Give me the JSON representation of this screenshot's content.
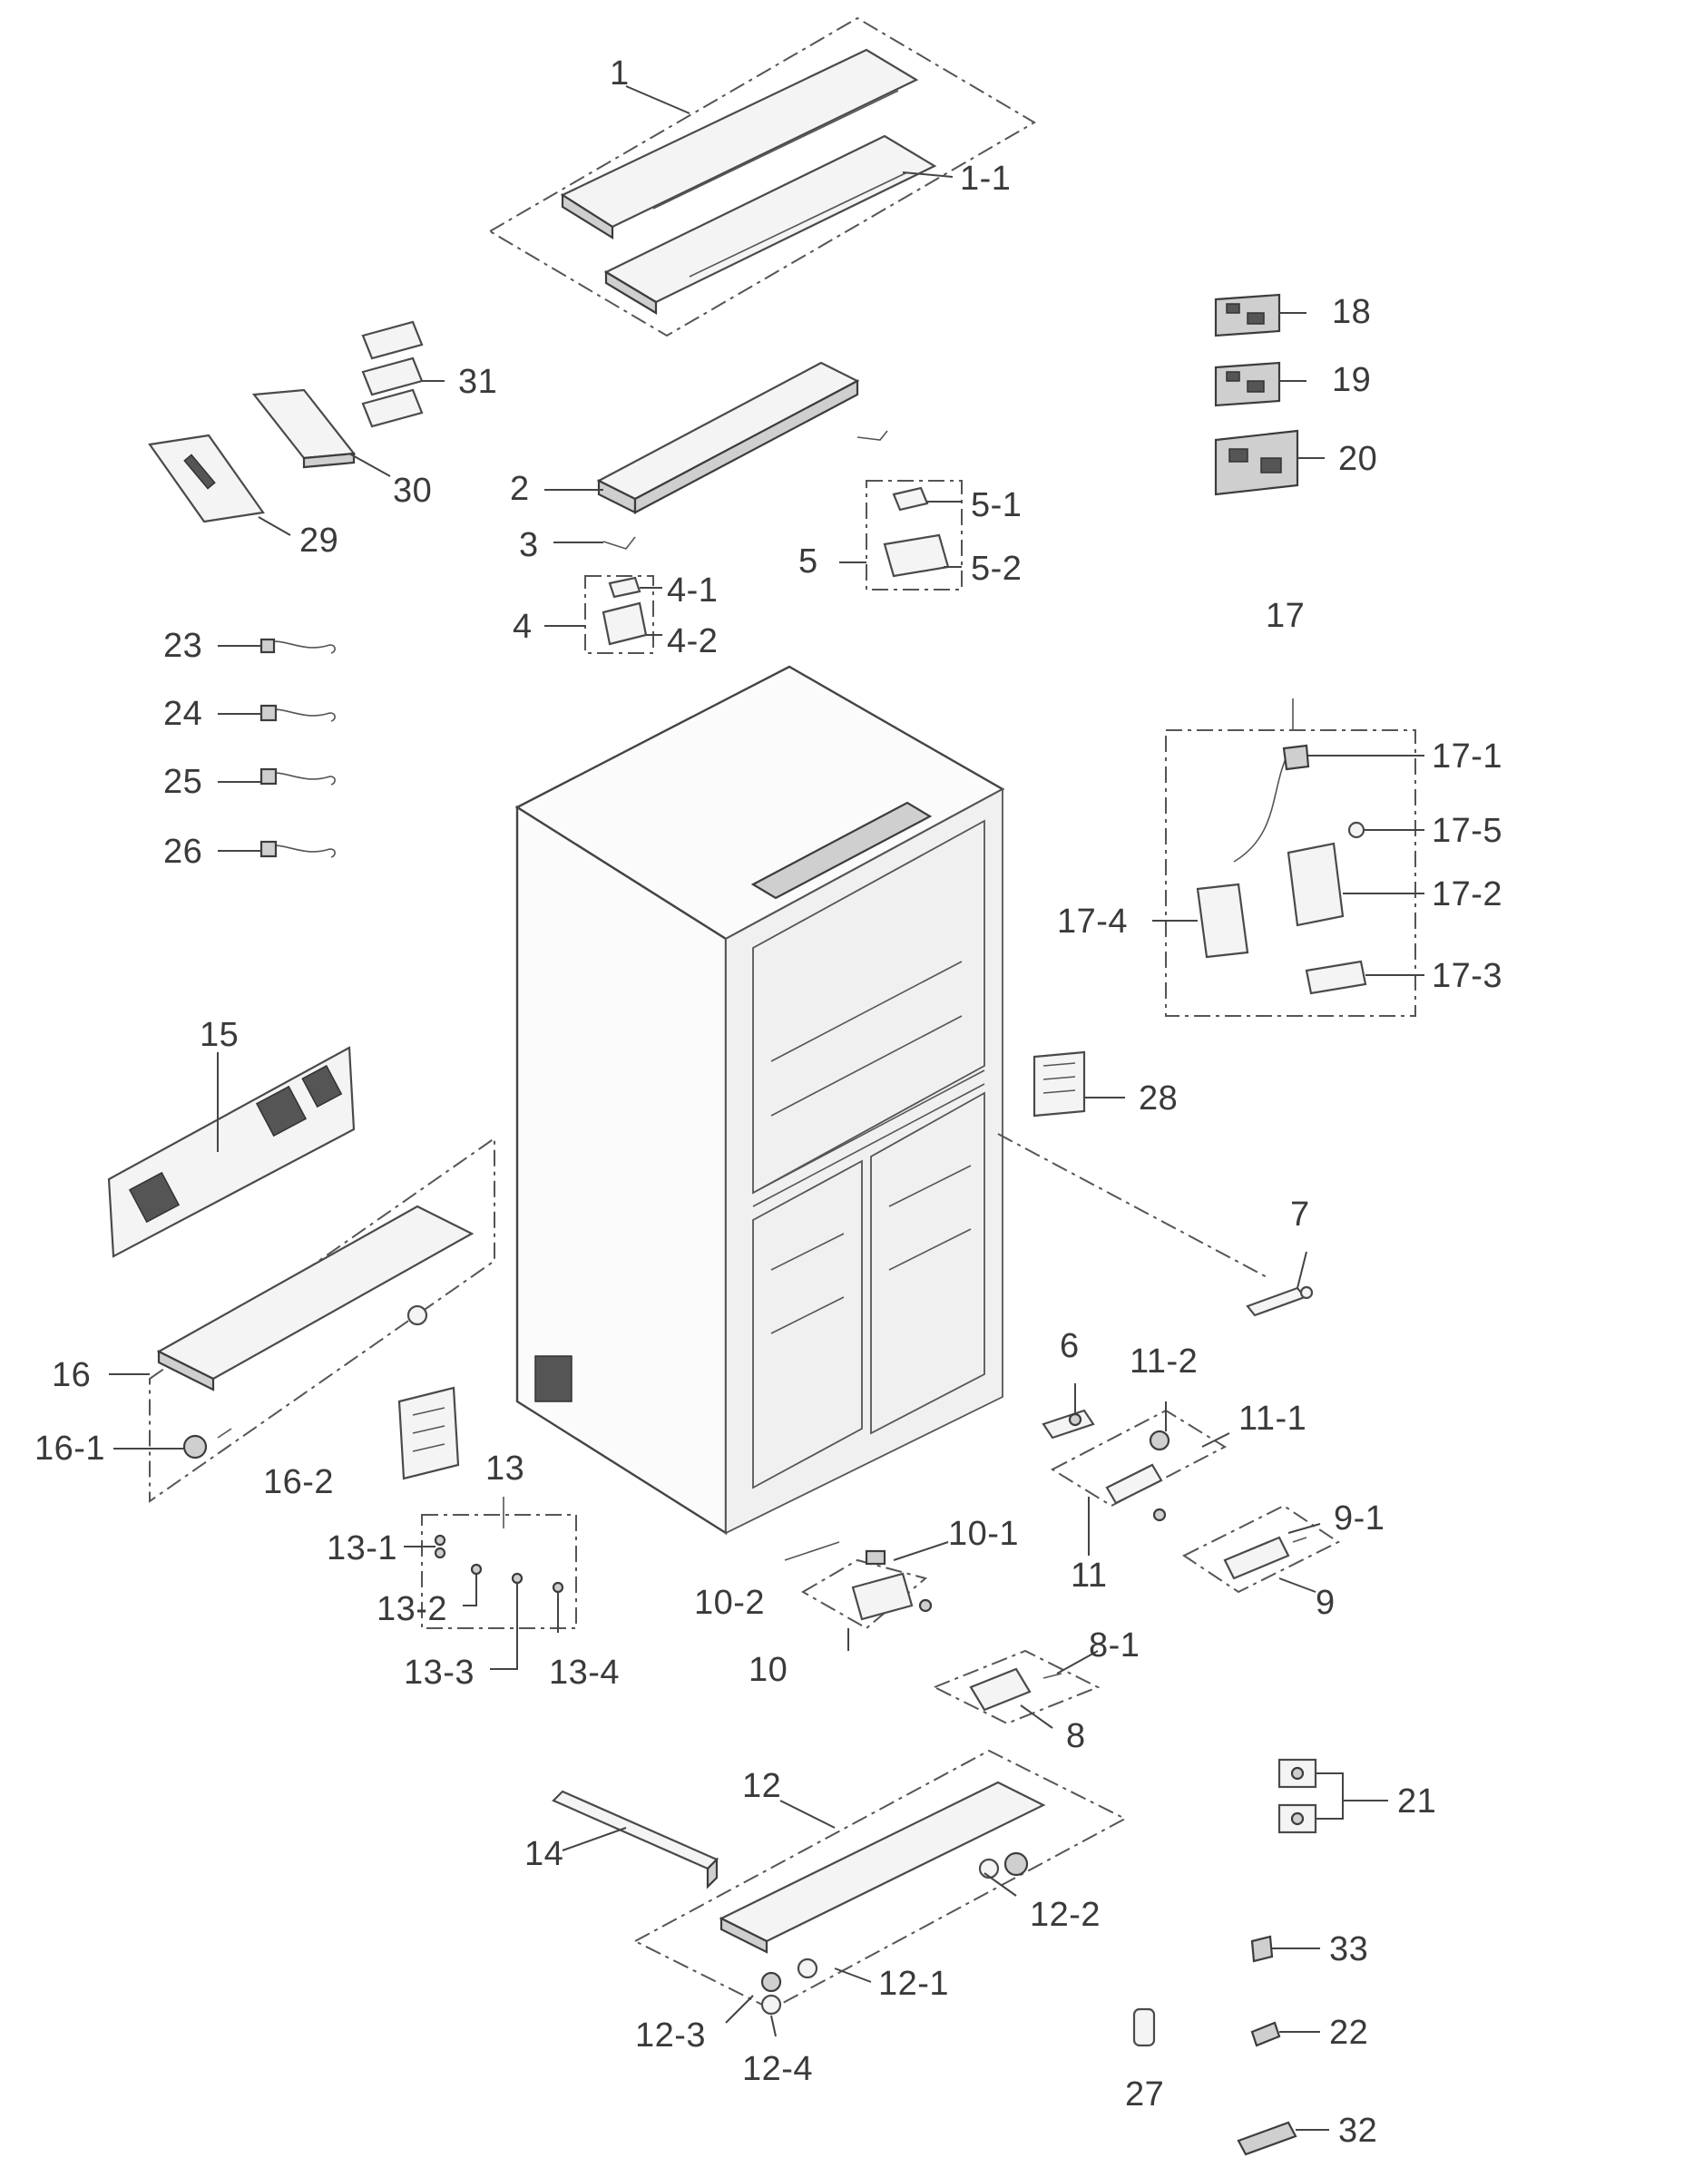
{
  "callouts": {
    "c1": "1",
    "c1_1": "1-1",
    "c2": "2",
    "c3": "3",
    "c4": "4",
    "c4_1": "4-1",
    "c4_2": "4-2",
    "c5": "5",
    "c5_1": "5-1",
    "c5_2": "5-2",
    "c6": "6",
    "c7": "7",
    "c8": "8",
    "c8_1": "8-1",
    "c9": "9",
    "c9_1": "9-1",
    "c10": "10",
    "c10_1": "10-1",
    "c10_2": "10-2",
    "c11": "11",
    "c11_1": "11-1",
    "c11_2": "11-2",
    "c12": "12",
    "c12_1": "12-1",
    "c12_2": "12-2",
    "c12_3": "12-3",
    "c12_4": "12-4",
    "c13": "13",
    "c13_1": "13-1",
    "c13_2": "13-2",
    "c13_3": "13-3",
    "c13_4": "13-4",
    "c14": "14",
    "c15": "15",
    "c16": "16",
    "c16_1": "16-1",
    "c16_2": "16-2",
    "c17": "17",
    "c17_1": "17-1",
    "c17_2": "17-2",
    "c17_3": "17-3",
    "c17_4": "17-4",
    "c17_5": "17-5",
    "c18": "18",
    "c19": "19",
    "c20": "20",
    "c21": "21",
    "c22": "22",
    "c23": "23",
    "c24": "24",
    "c25": "25",
    "c26": "26",
    "c27": "27",
    "c28": "28",
    "c29": "29",
    "c30": "30",
    "c31": "31",
    "c32": "32",
    "c33": "33"
  }
}
